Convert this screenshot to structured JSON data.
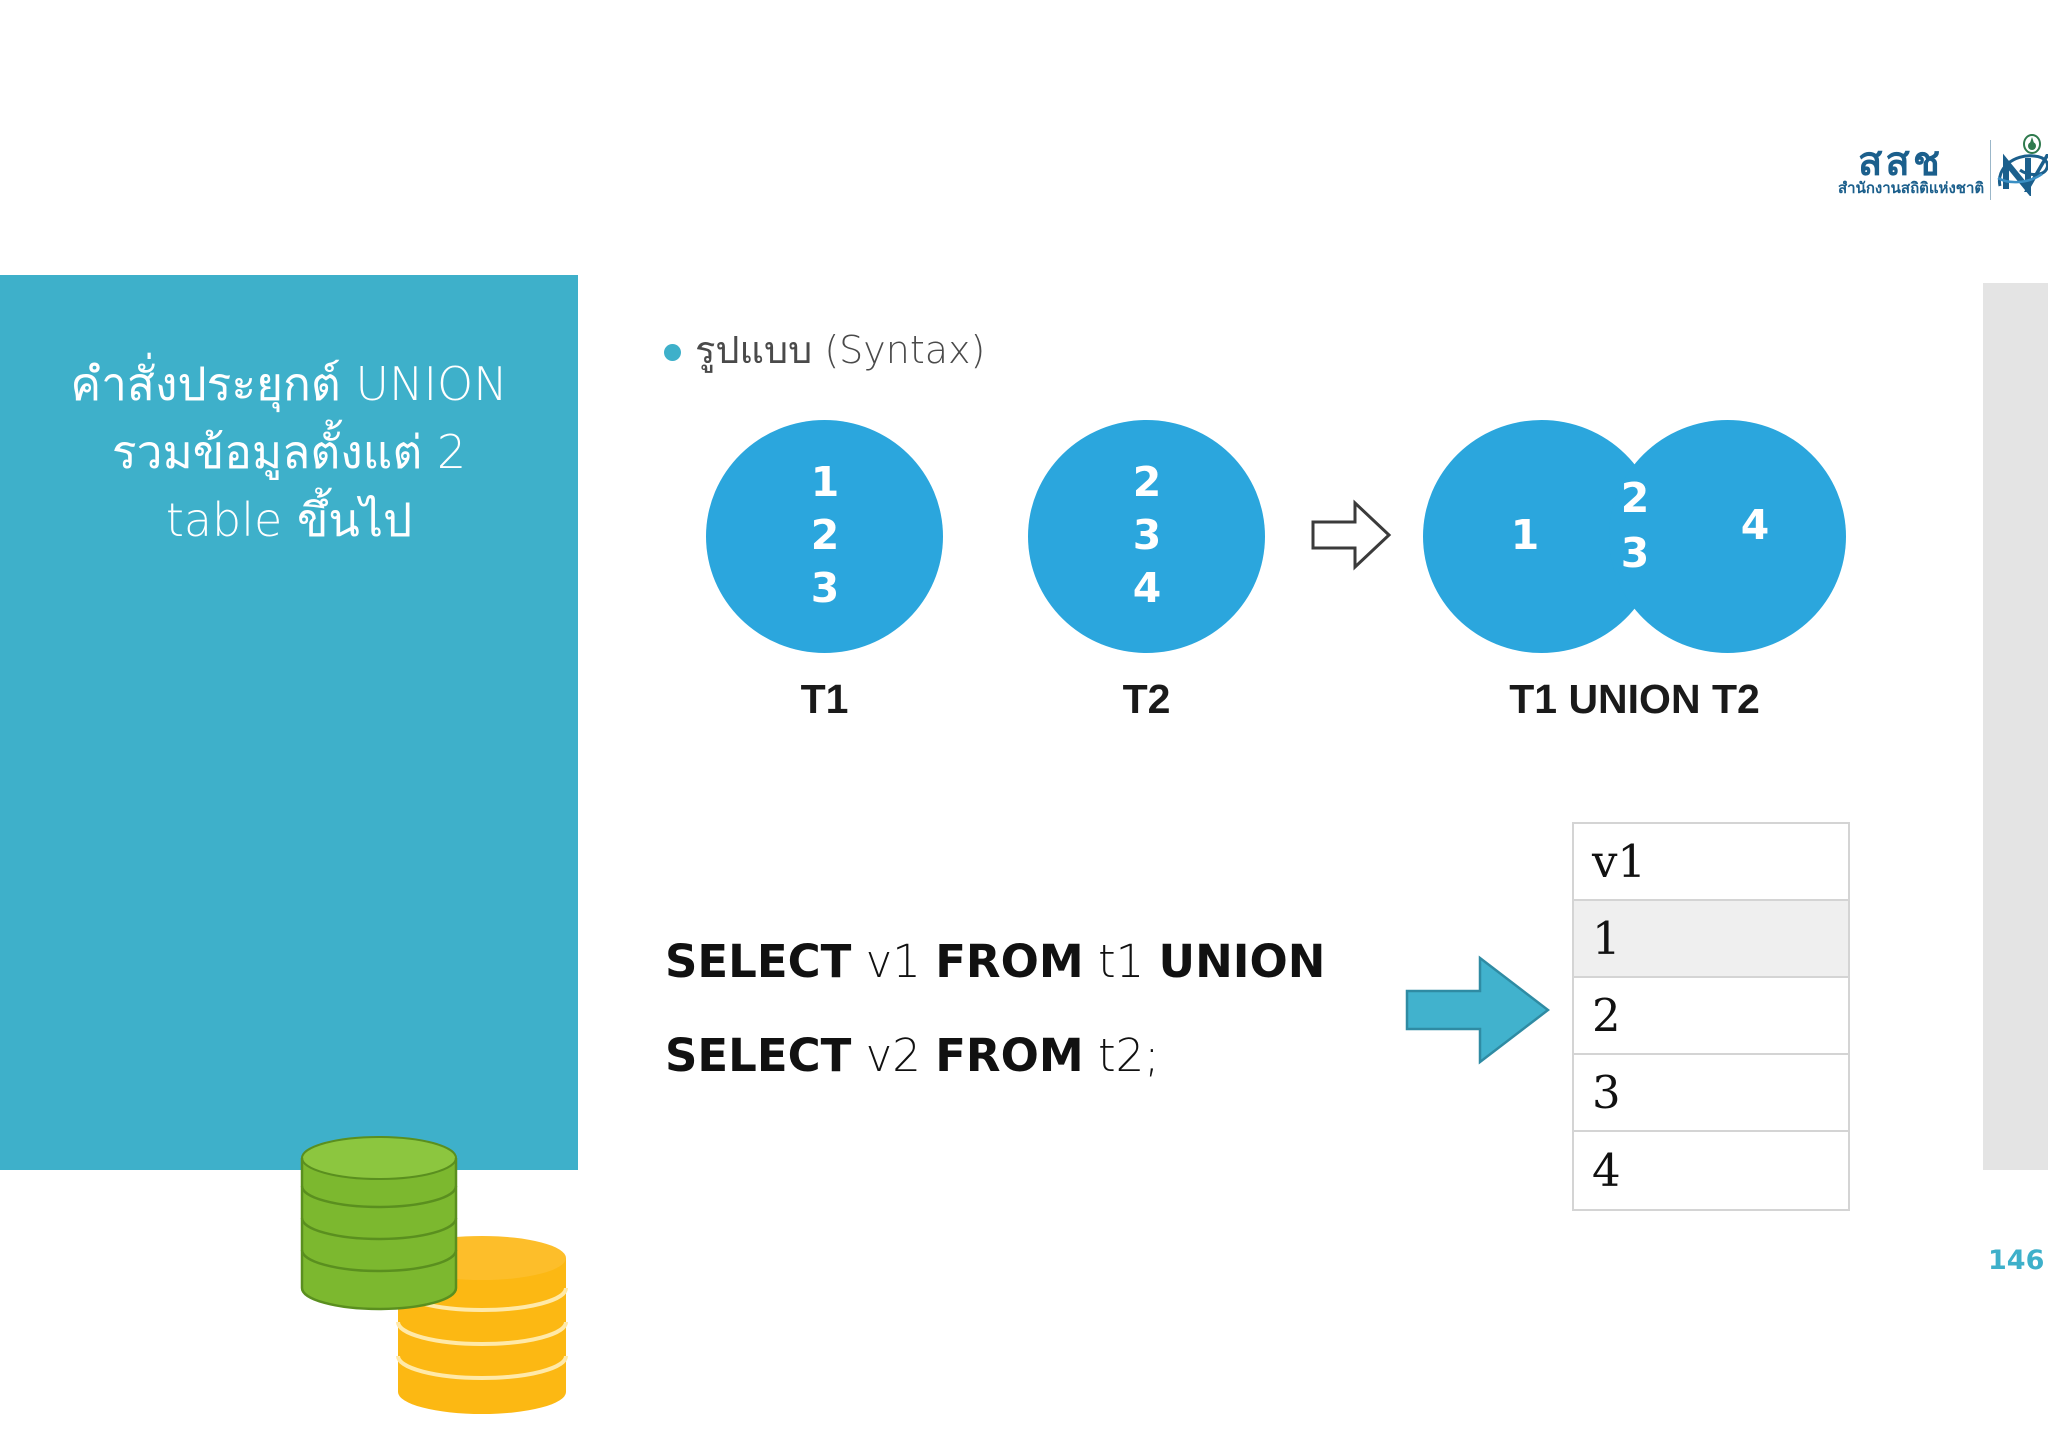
{
  "slide": {
    "page_number": "146",
    "accent_teal": "#3eb0ca",
    "circle_blue": "#2ba6dd",
    "edge_strip_color": "#e4e4e4"
  },
  "logo": {
    "acronym": "สสช",
    "full_name": "สำนักงานสถิติแห่งชาติ",
    "mark": "stylized-n-mark",
    "color": "#1b5f8c"
  },
  "side_panel": {
    "title_line1": "คำสั่งประยุกต์ UNION",
    "title_line2": "รวมข้อมูลตั้งแต่ 2",
    "title_line3": "table ขึ้นไป",
    "artwork": "database-cylinder-stacks",
    "artwork_colors": {
      "green": "#7cb82f",
      "yellow": "#fcb813"
    }
  },
  "content": {
    "bullet": {
      "icon": "bullet-dot-icon",
      "text": "รูปแบบ (Syntax)"
    },
    "venn": {
      "t1": {
        "label": "T1",
        "values": [
          "1",
          "2",
          "3"
        ]
      },
      "t2": {
        "label": "T2",
        "values": [
          "2",
          "3",
          "4"
        ]
      },
      "union": {
        "label": "T1 UNION T2",
        "left_only": "1",
        "overlap_top": "2",
        "overlap_bottom": "3",
        "right_only": "4"
      },
      "arrow": "arrow-right-outline-icon"
    },
    "sql": {
      "line1_keyword1": "SELECT",
      "line1_col": "v1",
      "line1_keyword2": "FROM",
      "line1_table": "t1",
      "line1_keyword3": "UNION",
      "line2_keyword1": "SELECT",
      "line2_col": "v2",
      "line2_keyword2": "FROM",
      "line2_table": "t2;",
      "full_line1": "SELECT v1 FROM t1 UNION",
      "full_line2": "SELECT v2 FROM t2;"
    },
    "result_arrow": "arrow-right-filled-icon",
    "result_table": {
      "header": "v1",
      "rows": [
        "1",
        "2",
        "3",
        "4"
      ],
      "highlighted_row_index": 0
    }
  }
}
